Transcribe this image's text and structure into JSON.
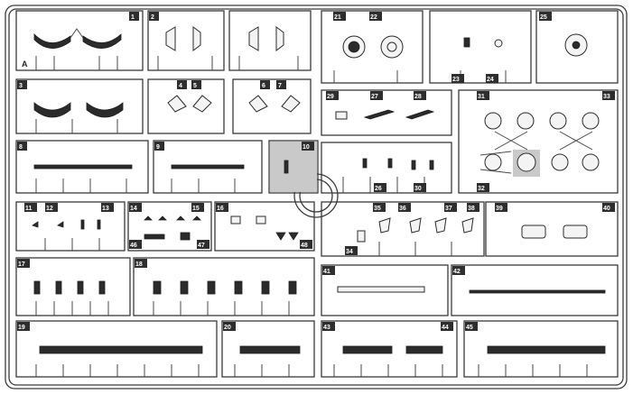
{
  "sprue_letter": "A",
  "part_numbers": [
    "1",
    "2",
    "3",
    "4",
    "5",
    "6",
    "7",
    "8",
    "9",
    "10",
    "11",
    "12",
    "13",
    "14",
    "15",
    "16",
    "17",
    "18",
    "19",
    "20",
    "21",
    "22",
    "23",
    "24",
    "25",
    "26",
    "27",
    "28",
    "29",
    "30",
    "31",
    "32",
    "33",
    "34",
    "35",
    "36",
    "37",
    "38",
    "39",
    "40",
    "41",
    "42",
    "43",
    "44",
    "45",
    "46",
    "47",
    "48"
  ]
}
